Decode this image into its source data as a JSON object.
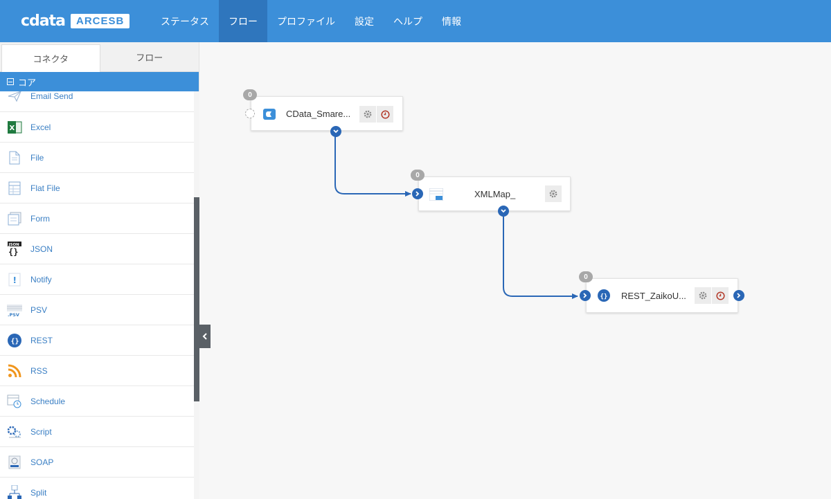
{
  "brand": {
    "logo_text": "cdata",
    "product": "ARCESB"
  },
  "nav": [
    {
      "label": "ステータス"
    },
    {
      "label": "フロー"
    },
    {
      "label": "プロファイル"
    },
    {
      "label": "設定"
    },
    {
      "label": "ヘルプ"
    },
    {
      "label": "情報"
    }
  ],
  "nav_active": "フロー",
  "sidebar": {
    "tabs": [
      {
        "label": "コネクタ"
      },
      {
        "label": "フロー"
      }
    ],
    "section": {
      "label": "コア"
    },
    "items": [
      {
        "label": "Email Send",
        "icon": "paper-plane-icon"
      },
      {
        "label": "Excel",
        "icon": "excel-icon"
      },
      {
        "label": "File",
        "icon": "file-icon"
      },
      {
        "label": "Flat File",
        "icon": "flat-file-icon"
      },
      {
        "label": "Form",
        "icon": "form-icon"
      },
      {
        "label": "JSON",
        "icon": "json-icon"
      },
      {
        "label": "Notify",
        "icon": "notify-icon"
      },
      {
        "label": "PSV",
        "icon": "psv-icon"
      },
      {
        "label": "REST",
        "icon": "rest-icon"
      },
      {
        "label": "RSS",
        "icon": "rss-icon"
      },
      {
        "label": "Schedule",
        "icon": "schedule-icon"
      },
      {
        "label": "Script",
        "icon": "script-icon"
      },
      {
        "label": "SOAP",
        "icon": "soap-icon"
      },
      {
        "label": "Split",
        "icon": "split-icon"
      }
    ]
  },
  "flow": {
    "nodes": [
      {
        "label": "CData_Smare...",
        "count": "0",
        "icon": "cdata-icon"
      },
      {
        "label": "XMLMap_",
        "count": "0",
        "icon": "xmlmap-icon"
      },
      {
        "label": "REST_ZaikoU...",
        "count": "0",
        "icon": "rest-icon"
      }
    ]
  },
  "colors": {
    "header": "#3c8fd9",
    "port": "#2a67b6",
    "link": "#3a7fc4"
  }
}
